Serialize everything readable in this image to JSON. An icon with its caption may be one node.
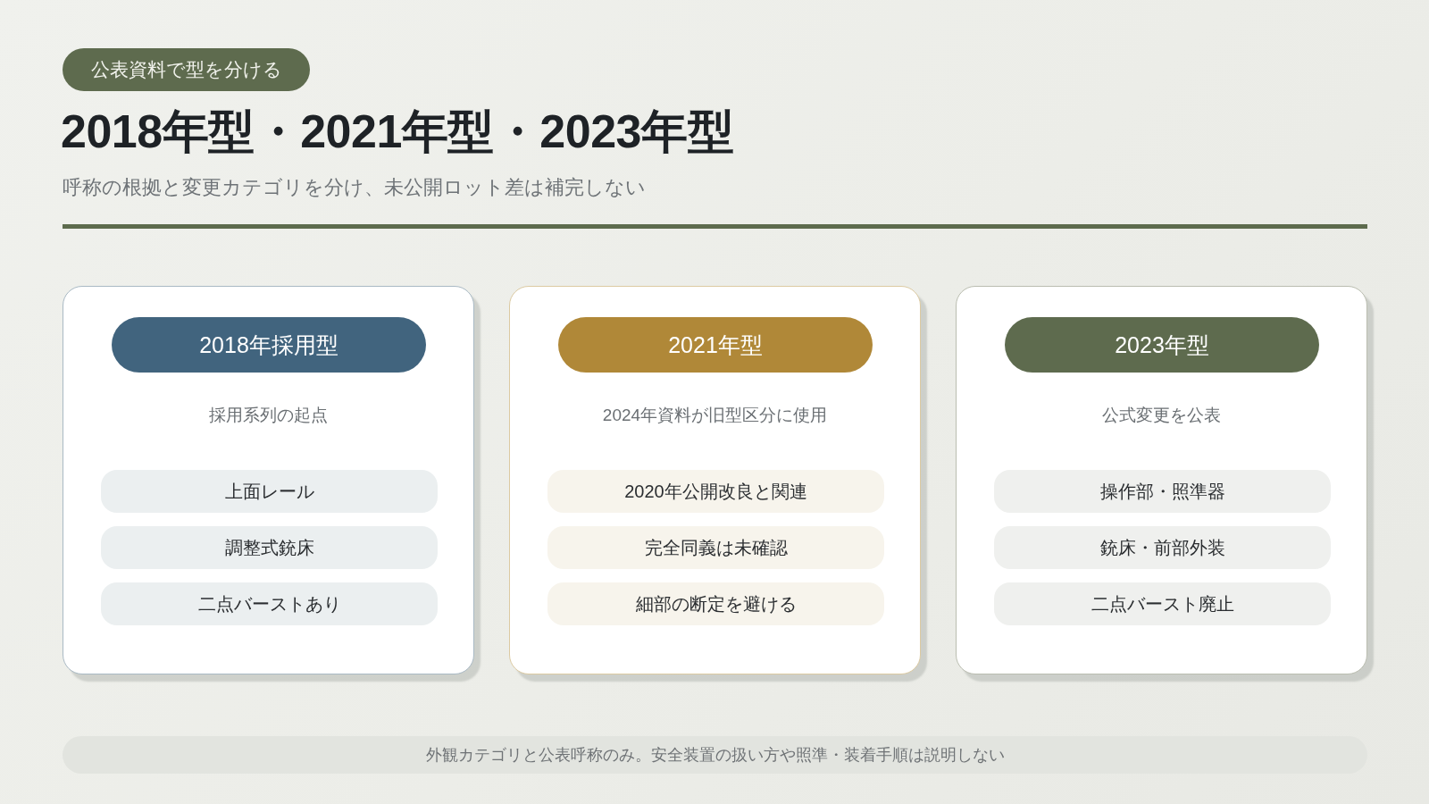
{
  "diagram": {
    "title": "2018年型・2021年型・2023年型",
    "nodes": [
      {
        "text": [
          "公表資料で型を分ける"
        ]
      },
      {
        "text": [
          "採用系列の起点"
        ]
      },
      {
        "text": [
          "2018年採用型"
        ],
        "in": 1
      },
      {
        "text": [
          "上面レール"
        ],
        "in": 1
      },
      {
        "text": [
          "調整式銃床"
        ],
        "in": 1
      },
      {
        "text": [
          "二点バーストあり"
        ],
        "in": 1
      },
      {
        "text": [
          "2024年資料が旧型区分に使用"
        ]
      },
      {
        "text": [
          "2021年型"
        ],
        "in": 6
      },
      {
        "text": [
          "2020年公開改良と関連"
        ],
        "in": 6
      },
      {
        "text": [
          "完全同義は未確認"
        ],
        "in": 6
      },
      {
        "text": [
          "細部の断定を避ける"
        ],
        "in": 6
      },
      {
        "text": [
          "公式変更を公表"
        ]
      },
      {
        "text": [
          "2023年型"
        ],
        "in": 11
      },
      {
        "text": [
          "操作部・照準器"
        ],
        "in": 11
      },
      {
        "text": [
          "銃床・前部外装"
        ],
        "in": 11
      },
      {
        "text": [
          "二点バースト廃止"
        ],
        "in": 11
      },
      {
        "text": [
          "外観カテゴリと公表呼称のみ。安全装置の扱い方や照準・装着手順は説明しない"
        ]
      }
    ],
    "labels": [
      "呼称の根拠と変更カテゴリを分け、未公開ロット差は補完しない"
    ]
  }
}
